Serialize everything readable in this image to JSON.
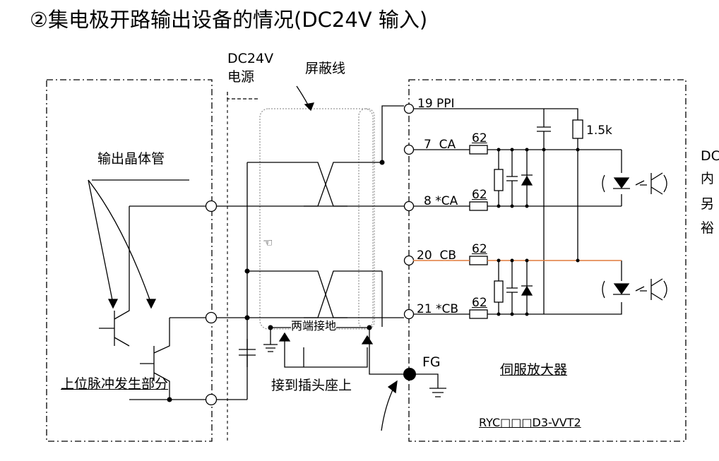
{
  "title": "②集电极开路输出设备的情况(DC24V 输入)",
  "labels": {
    "dc24v_line1": "DC24V",
    "dc24v_line2": "电源",
    "shield": "屏蔽线",
    "output_transistor": "输出晶体管",
    "upper_pulse": "上位脉冲发生部分",
    "both_ends_ground": "两端接地",
    "connect_to_plug": "接到插头座上",
    "fg": "FG",
    "servo_amp": "伺服放大器",
    "model": "RYC□□□D3-VVT2",
    "resistor_1k5": "1.5k"
  },
  "pins": [
    {
      "num": "19",
      "name": "PPI"
    },
    {
      "num": "7",
      "name": "CA"
    },
    {
      "num": "8",
      "name": "*CA"
    },
    {
      "num": "20",
      "name": "CB"
    },
    {
      "num": "21",
      "name": "*CB"
    }
  ],
  "resistors_62": [
    "62",
    "62",
    "62",
    "62"
  ],
  "side_note": [
    "DC",
    "内",
    "另",
    "裕"
  ],
  "colors": {
    "line": "#000000",
    "highlight_wire": "#e07a3a",
    "shield_line": "#999999"
  }
}
